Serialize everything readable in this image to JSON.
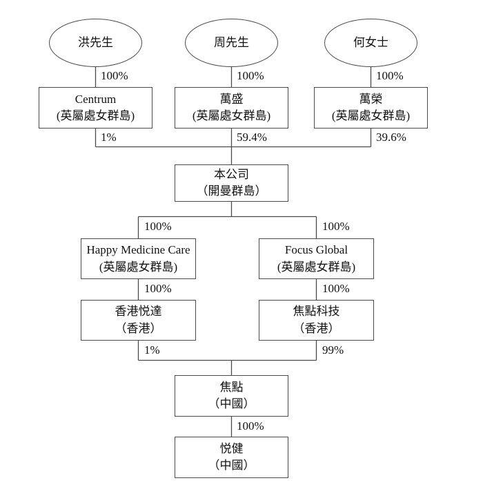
{
  "nodes": {
    "owner1": {
      "label": "洪先生"
    },
    "owner2": {
      "label": "周先生"
    },
    "owner3": {
      "label": "何女士"
    },
    "centrum": {
      "name": "Centrum",
      "place": "(英屬處女群島)"
    },
    "wanshing": {
      "name": "萬盛",
      "place": "(英屬處女群島)"
    },
    "wanwing": {
      "name": "萬榮",
      "place": "(英屬處女群島)"
    },
    "company": {
      "name": "本公司",
      "place": "（開曼群島）"
    },
    "hmc": {
      "name": "Happy Medicine Care",
      "place": "(英屬處女群島)"
    },
    "focus_global": {
      "name": "Focus Global",
      "place": "(英屬處女群島)"
    },
    "hk_yuetat": {
      "name": "香港悦達",
      "place": "（香港）"
    },
    "focus_tech": {
      "name": "焦點科技",
      "place": "（香港）"
    },
    "focus_prc": {
      "name": "焦點",
      "place": "（中國）"
    },
    "yuetkin": {
      "name": "悦健",
      "place": "（中國）"
    }
  },
  "edge_labels": {
    "owner1_centrum": "100%",
    "owner2_wanshing": "100%",
    "owner3_wanwing": "100%",
    "centrum_company": "1%",
    "wanshing_company": "59.4%",
    "wanwing_company": "39.6%",
    "company_hmc": "100%",
    "company_focus_global": "100%",
    "hmc_hk_yuetat": "100%",
    "focus_global_focus_tech": "100%",
    "hk_yuetat_focus_prc": "1%",
    "focus_tech_focus_prc": "99%",
    "focus_prc_yuetkin": "100%"
  },
  "colors": {
    "line": "#4a4a4a",
    "text": "#111111",
    "background": "#ffffff"
  }
}
